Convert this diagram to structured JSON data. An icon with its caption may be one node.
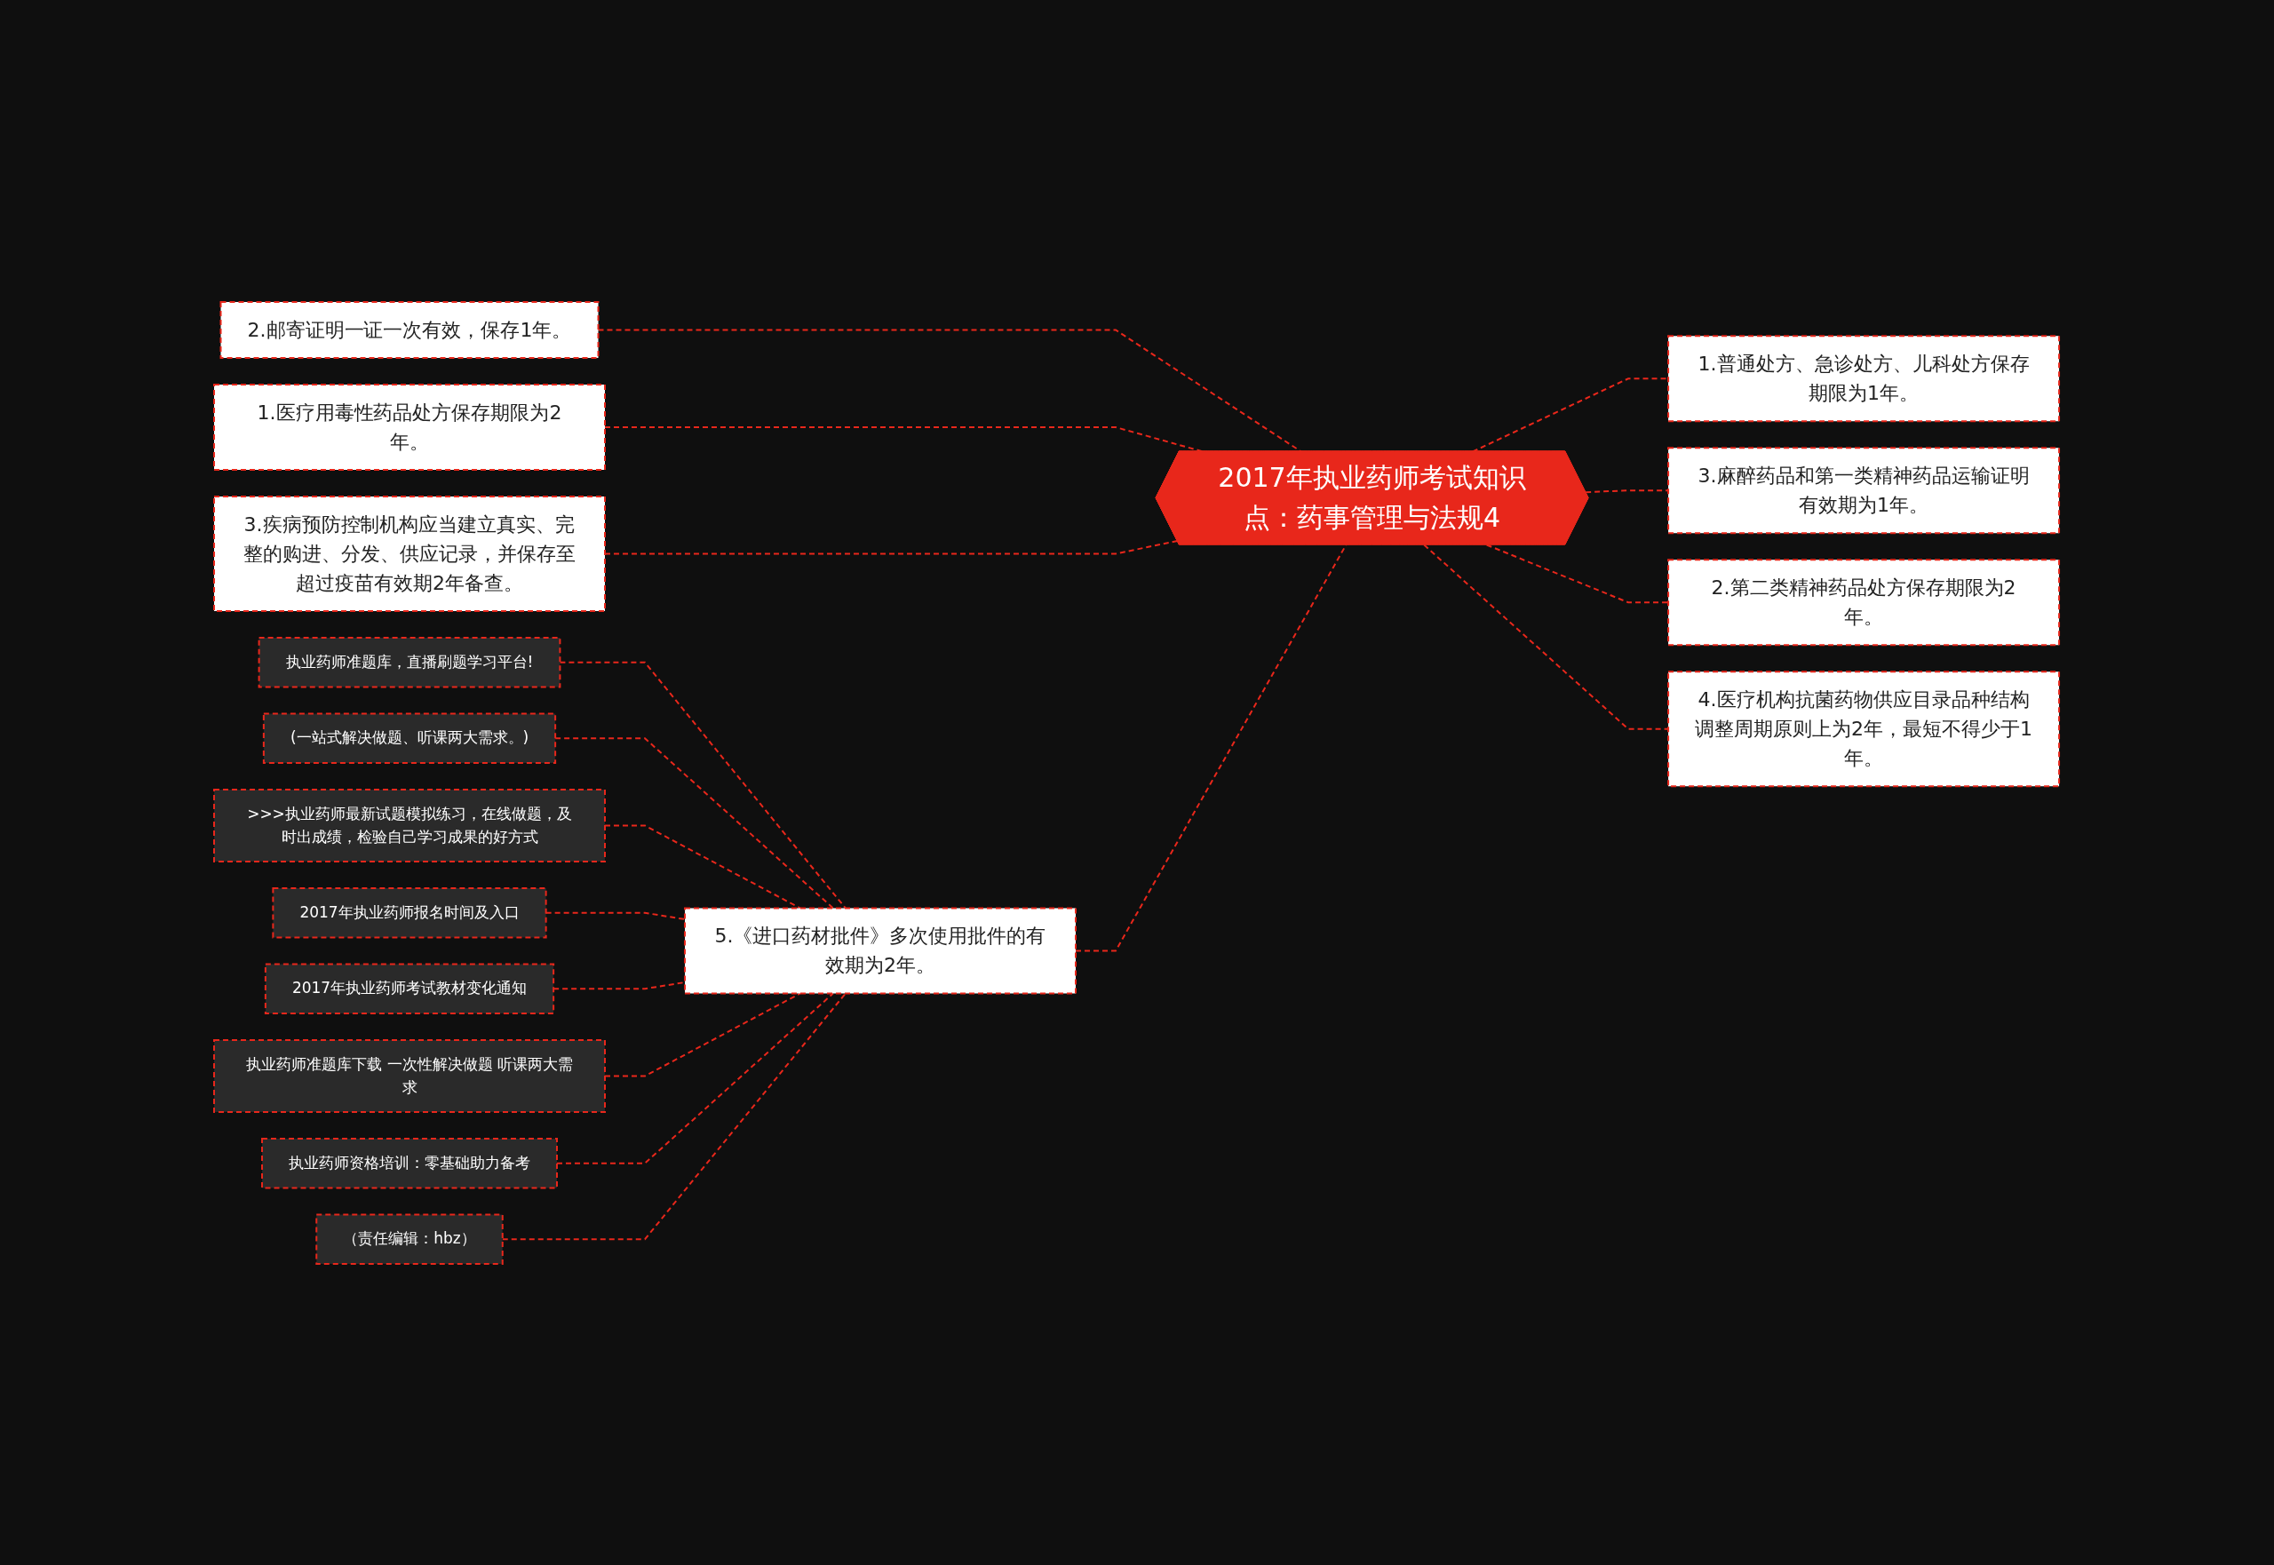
{
  "diagram": {
    "nodes": [
      {
        "text": [
          "2017年执业药师考试知识点：药事管理与法规4"
        ]
      },
      {
        "text": [
          "2.邮寄证明一证一次有效，保存1年。"
        ]
      },
      {
        "text": [
          "1.医疗用毒性药品处方保存期限为2年。"
        ]
      },
      {
        "text": [
          "3.疾病预防控制机构应当建立真实、完整的购进、分发、供应记录，并保存至超过疫苗有效期2年备查。"
        ]
      },
      {
        "text": [
          "5.《进口药材批件》多次使用批件的有效期为2年。"
        ]
      },
      {
        "text": [
          "1.普通处方、急诊处方、儿科处方保存期限为1年。"
        ]
      },
      {
        "text": [
          "3.麻醉药品和第一类精神药品运输证明有效期为1年。"
        ]
      },
      {
        "text": [
          "2.第二类精神药品处方保存期限为2年。"
        ]
      },
      {
        "text": [
          "4.医疗机构抗菌药物供应目录品种结构调整周期原则上为2年，最短不得少于1年。"
        ]
      },
      {
        "text": [
          "执业药师准题库，直播刷题学习平台!"
        ]
      },
      {
        "text": [
          "(一站式解决做题、听课两大需求。)"
        ]
      },
      {
        "text": [
          ">>>执业药师最新试题模拟练习，在线做题，及时出成绩，检验自己学习成果的好方式"
        ]
      },
      {
        "text": [
          "2017年执业药师报名时间及入口"
        ]
      },
      {
        "text": [
          "2017年执业药师考试教材变化通知"
        ]
      },
      {
        "text": [
          "执业药师准题库下载 一次性解决做题 听课两大需求"
        ]
      },
      {
        "text": [
          "执业药师资格培训：零基础助力备考"
        ]
      },
      {
        "text": [
          "（责任编辑：hbz）"
        ]
      }
    ],
    "edges": [
      {
        "from": 0,
        "to": 1,
        "arrow": "none",
        "style": "dashed"
      },
      {
        "from": 0,
        "to": 2,
        "arrow": "none",
        "style": "dashed"
      },
      {
        "from": 0,
        "to": 3,
        "arrow": "none",
        "style": "dashed"
      },
      {
        "from": 0,
        "to": 4,
        "arrow": "none",
        "style": "dashed"
      },
      {
        "from": 0,
        "to": 5,
        "arrow": "none",
        "style": "dashed"
      },
      {
        "from": 0,
        "to": 6,
        "arrow": "none",
        "style": "dashed"
      },
      {
        "from": 0,
        "to": 7,
        "arrow": "none",
        "style": "dashed"
      },
      {
        "from": 0,
        "to": 8,
        "arrow": "none",
        "style": "dashed"
      },
      {
        "from": 4,
        "to": 9,
        "arrow": "none",
        "style": "dashed"
      },
      {
        "from": 4,
        "to": 10,
        "arrow": "none",
        "style": "dashed"
      },
      {
        "from": 4,
        "to": 11,
        "arrow": "none",
        "style": "dashed"
      },
      {
        "from": 4,
        "to": 12,
        "arrow": "none",
        "style": "dashed"
      },
      {
        "from": 4,
        "to": 13,
        "arrow": "none",
        "style": "dashed"
      },
      {
        "from": 4,
        "to": 14,
        "arrow": "none",
        "style": "dashed"
      },
      {
        "from": 4,
        "to": 15,
        "arrow": "none",
        "style": "dashed"
      },
      {
        "from": 4,
        "to": 16,
        "arrow": "none",
        "style": "dashed"
      }
    ]
  }
}
